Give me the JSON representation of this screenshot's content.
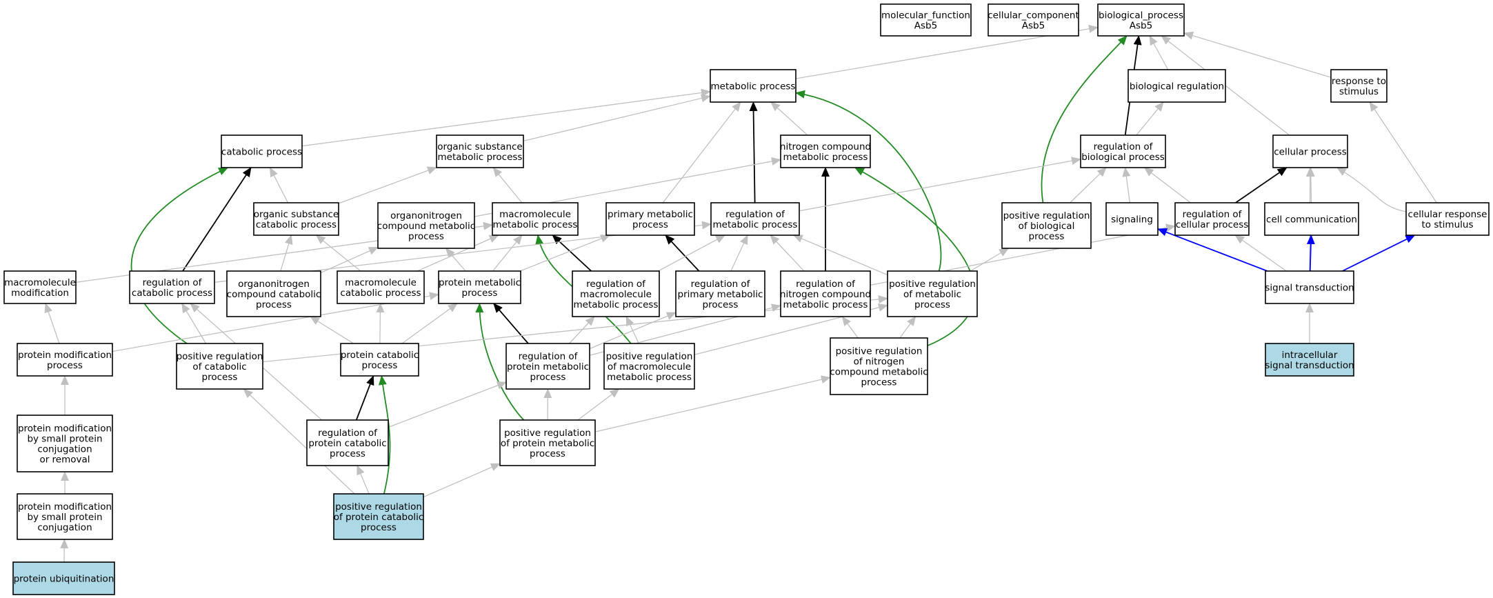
{
  "colors": {
    "background": "#ffffff",
    "node_fill": "#ffffff",
    "highlight_fill": "#add8e6",
    "node_border": "#000000",
    "edge_is_a": "#c0c0c0",
    "edge_regulates": "#000000",
    "edge_positively_regulates": "#228b22",
    "edge_part_of": "#0000ff"
  },
  "nodes": [
    {
      "id": "mf",
      "label": [
        "molecular_function",
        "Asb5"
      ]
    },
    {
      "id": "cc",
      "label": [
        "cellular_component",
        "Asb5"
      ]
    },
    {
      "id": "bp",
      "label": [
        "biological_process",
        "Asb5"
      ]
    },
    {
      "id": "met",
      "label": [
        "metabolic process"
      ]
    },
    {
      "id": "bioreg",
      "label": [
        "biological regulation"
      ]
    },
    {
      "id": "resp",
      "label": [
        "response to",
        "stimulus"
      ]
    },
    {
      "id": "cat",
      "label": [
        "catabolic process"
      ]
    },
    {
      "id": "osm",
      "label": [
        "organic substance",
        "metabolic process"
      ]
    },
    {
      "id": "ncm",
      "label": [
        "nitrogen compound",
        "metabolic process"
      ]
    },
    {
      "id": "regbio",
      "label": [
        "regulation of",
        "biological process"
      ]
    },
    {
      "id": "cellp",
      "label": [
        "cellular process"
      ]
    },
    {
      "id": "oscat",
      "label": [
        "organic substance",
        "catabolic process"
      ]
    },
    {
      "id": "oncm",
      "label": [
        "organonitrogen",
        "compound metabolic",
        "process"
      ]
    },
    {
      "id": "mmp",
      "label": [
        "macromolecule",
        "metabolic process"
      ]
    },
    {
      "id": "pmp",
      "label": [
        "primary metabolic",
        "process"
      ]
    },
    {
      "id": "regmet",
      "label": [
        "regulation of",
        "metabolic process"
      ]
    },
    {
      "id": "posregbio",
      "label": [
        "positive regulation",
        "of biological",
        "process"
      ]
    },
    {
      "id": "signaling",
      "label": [
        "signaling"
      ]
    },
    {
      "id": "regcell",
      "label": [
        "regulation of",
        "cellular process"
      ]
    },
    {
      "id": "cellcomm",
      "label": [
        "cell communication"
      ]
    },
    {
      "id": "cellresp",
      "label": [
        "cellular response",
        "to stimulus"
      ]
    },
    {
      "id": "mmod",
      "label": [
        "macromolecule",
        "modification"
      ]
    },
    {
      "id": "regcat",
      "label": [
        "regulation of",
        "catabolic process"
      ]
    },
    {
      "id": "onccat",
      "label": [
        "organonitrogen",
        "compound catabolic",
        "process"
      ]
    },
    {
      "id": "mmcat",
      "label": [
        "macromolecule",
        "catabolic process"
      ]
    },
    {
      "id": "protmet",
      "label": [
        "protein metabolic",
        "process"
      ]
    },
    {
      "id": "regmmp",
      "label": [
        "regulation of",
        "macromolecule",
        "metabolic process"
      ]
    },
    {
      "id": "regpmp",
      "label": [
        "regulation of",
        "primary metabolic",
        "process"
      ]
    },
    {
      "id": "regncm",
      "label": [
        "regulation of",
        "nitrogen compound",
        "metabolic process"
      ]
    },
    {
      "id": "posregmet",
      "label": [
        "positive regulation",
        "of metabolic",
        "process"
      ]
    },
    {
      "id": "sigtrans",
      "label": [
        "signal transduction"
      ]
    },
    {
      "id": "protmod",
      "label": [
        "protein modification",
        "process"
      ]
    },
    {
      "id": "posregcat",
      "label": [
        "positive regulation",
        "of catabolic",
        "process"
      ]
    },
    {
      "id": "protcat",
      "label": [
        "protein catabolic",
        "process"
      ]
    },
    {
      "id": "regprotmet",
      "label": [
        "regulation of",
        "protein metabolic",
        "process"
      ]
    },
    {
      "id": "posregmmp",
      "label": [
        "positive regulation",
        "of macromolecule",
        "metabolic process"
      ]
    },
    {
      "id": "posregncm",
      "label": [
        "positive regulation",
        "of nitrogen",
        "compound metabolic",
        "process"
      ]
    },
    {
      "id": "intra",
      "label": [
        "intracellular",
        "signal transduction"
      ],
      "highlight": true
    },
    {
      "id": "protmodsmall",
      "label": [
        "protein modification",
        "by small protein",
        "conjugation",
        "or removal"
      ]
    },
    {
      "id": "regprotcat",
      "label": [
        "regulation of",
        "protein catabolic",
        "process"
      ]
    },
    {
      "id": "posregprotmet",
      "label": [
        "positive regulation",
        "of protein metabolic",
        "process"
      ]
    },
    {
      "id": "protmodconj",
      "label": [
        "protein modification",
        "by small protein",
        "conjugation"
      ]
    },
    {
      "id": "posregprotcat",
      "label": [
        "positive regulation",
        "of protein catabolic",
        "process"
      ],
      "highlight": true
    },
    {
      "id": "ubiq",
      "label": [
        "protein ubiquitination"
      ],
      "highlight": true
    }
  ],
  "edges": [
    {
      "from": "met",
      "to": "bp",
      "type": "is_a"
    },
    {
      "from": "bioreg",
      "to": "bp",
      "type": "is_a"
    },
    {
      "from": "resp",
      "to": "bp",
      "type": "is_a"
    },
    {
      "from": "cellp",
      "to": "bp",
      "type": "is_a"
    },
    {
      "from": "regbio",
      "to": "bp",
      "type": "regulates"
    },
    {
      "from": "posregbio",
      "to": "bp",
      "type": "positively_regulates"
    },
    {
      "from": "regbio",
      "to": "bioreg",
      "type": "is_a"
    },
    {
      "from": "cat",
      "to": "met",
      "type": "is_a"
    },
    {
      "from": "osm",
      "to": "met",
      "type": "is_a"
    },
    {
      "from": "ncm",
      "to": "met",
      "type": "is_a"
    },
    {
      "from": "pmp",
      "to": "met",
      "type": "is_a"
    },
    {
      "from": "regmet",
      "to": "met",
      "type": "regulates"
    },
    {
      "from": "posregmet",
      "to": "met",
      "type": "positively_regulates"
    },
    {
      "from": "oscat",
      "to": "cat",
      "type": "is_a"
    },
    {
      "from": "regcat",
      "to": "cat",
      "type": "regulates"
    },
    {
      "from": "posregcat",
      "to": "cat",
      "type": "positively_regulates"
    },
    {
      "from": "oscat",
      "to": "osm",
      "type": "is_a"
    },
    {
      "from": "mmp",
      "to": "osm",
      "type": "is_a"
    },
    {
      "from": "oncm",
      "to": "ncm",
      "type": "is_a"
    },
    {
      "from": "regncm",
      "to": "ncm",
      "type": "regulates"
    },
    {
      "from": "posregncm",
      "to": "ncm",
      "type": "positively_regulates"
    },
    {
      "from": "regmet",
      "to": "regbio",
      "type": "is_a"
    },
    {
      "from": "posregbio",
      "to": "regbio",
      "type": "is_a"
    },
    {
      "from": "signaling",
      "to": "regbio",
      "type": "is_a"
    },
    {
      "from": "regcell",
      "to": "regbio",
      "type": "is_a"
    },
    {
      "from": "regcell",
      "to": "cellp",
      "type": "regulates"
    },
    {
      "from": "cellcomm",
      "to": "cellp",
      "type": "is_a"
    },
    {
      "from": "cellresp",
      "to": "cellp",
      "type": "is_a"
    },
    {
      "from": "sigtrans",
      "to": "cellp",
      "type": "is_a"
    },
    {
      "from": "cellresp",
      "to": "resp",
      "type": "is_a"
    },
    {
      "from": "onccat",
      "to": "oscat",
      "type": "is_a"
    },
    {
      "from": "mmcat",
      "to": "oscat",
      "type": "is_a"
    },
    {
      "from": "onccat",
      "to": "oncm",
      "type": "is_a"
    },
    {
      "from": "protmet",
      "to": "oncm",
      "type": "is_a"
    },
    {
      "from": "protmet",
      "to": "mmp",
      "type": "is_a"
    },
    {
      "from": "mmcat",
      "to": "mmp",
      "type": "is_a"
    },
    {
      "from": "mmod",
      "to": "mmp",
      "type": "is_a"
    },
    {
      "from": "regmmp",
      "to": "mmp",
      "type": "regulates"
    },
    {
      "from": "posregmmp",
      "to": "mmp",
      "type": "positively_regulates"
    },
    {
      "from": "protmet",
      "to": "pmp",
      "type": "is_a"
    },
    {
      "from": "regpmp",
      "to": "pmp",
      "type": "regulates"
    },
    {
      "from": "regcat",
      "to": "regmet",
      "type": "is_a"
    },
    {
      "from": "regmmp",
      "to": "regmet",
      "type": "is_a"
    },
    {
      "from": "regpmp",
      "to": "regmet",
      "type": "is_a"
    },
    {
      "from": "regncm",
      "to": "regmet",
      "type": "is_a"
    },
    {
      "from": "posregmet",
      "to": "regmet",
      "type": "is_a"
    },
    {
      "from": "posregmet",
      "to": "posregbio",
      "type": "is_a"
    },
    {
      "from": "regncm",
      "to": "regcell",
      "type": "is_a"
    },
    {
      "from": "sigtrans",
      "to": "signaling",
      "type": "part_of"
    },
    {
      "from": "sigtrans",
      "to": "cellcomm",
      "type": "part_of"
    },
    {
      "from": "sigtrans",
      "to": "cellresp",
      "type": "part_of"
    },
    {
      "from": "sigtrans",
      "to": "regcell",
      "type": "is_a"
    },
    {
      "from": "intra",
      "to": "sigtrans",
      "type": "is_a"
    },
    {
      "from": "protmod",
      "to": "mmod",
      "type": "is_a"
    },
    {
      "from": "protmod",
      "to": "protmet",
      "type": "is_a"
    },
    {
      "from": "protcat",
      "to": "onccat",
      "type": "is_a"
    },
    {
      "from": "protcat",
      "to": "mmcat",
      "type": "is_a"
    },
    {
      "from": "protcat",
      "to": "protmet",
      "type": "is_a"
    },
    {
      "from": "regprotmet",
      "to": "protmet",
      "type": "regulates"
    },
    {
      "from": "posregprotmet",
      "to": "protmet",
      "type": "positively_regulates"
    },
    {
      "from": "regprotmet",
      "to": "regmmp",
      "type": "is_a"
    },
    {
      "from": "regprotmet",
      "to": "regpmp",
      "type": "is_a"
    },
    {
      "from": "regprotmet",
      "to": "regncm",
      "type": "is_a"
    },
    {
      "from": "posregmmp",
      "to": "regmmp",
      "type": "is_a"
    },
    {
      "from": "posregmmp",
      "to": "posregmet",
      "type": "is_a"
    },
    {
      "from": "posregncm",
      "to": "regncm",
      "type": "is_a"
    },
    {
      "from": "posregncm",
      "to": "posregmet",
      "type": "is_a"
    },
    {
      "from": "posregcat",
      "to": "regcat",
      "type": "is_a"
    },
    {
      "from": "posregcat",
      "to": "posregmet",
      "type": "is_a"
    },
    {
      "from": "regprotcat",
      "to": "regcat",
      "type": "is_a"
    },
    {
      "from": "regprotcat",
      "to": "protcat",
      "type": "regulates"
    },
    {
      "from": "regprotcat",
      "to": "regprotmet",
      "type": "is_a"
    },
    {
      "from": "posregprotmet",
      "to": "regprotmet",
      "type": "is_a"
    },
    {
      "from": "posregprotmet",
      "to": "posregmmp",
      "type": "is_a"
    },
    {
      "from": "posregprotmet",
      "to": "posregncm",
      "type": "is_a"
    },
    {
      "from": "posregprotcat",
      "to": "protcat",
      "type": "positively_regulates"
    },
    {
      "from": "posregprotcat",
      "to": "regprotcat",
      "type": "is_a"
    },
    {
      "from": "posregprotcat",
      "to": "posregcat",
      "type": "is_a"
    },
    {
      "from": "posregprotcat",
      "to": "posregprotmet",
      "type": "is_a"
    },
    {
      "from": "protmodsmall",
      "to": "protmod",
      "type": "is_a"
    },
    {
      "from": "protmodconj",
      "to": "protmodsmall",
      "type": "is_a"
    },
    {
      "from": "ubiq",
      "to": "protmodconj",
      "type": "is_a"
    }
  ]
}
